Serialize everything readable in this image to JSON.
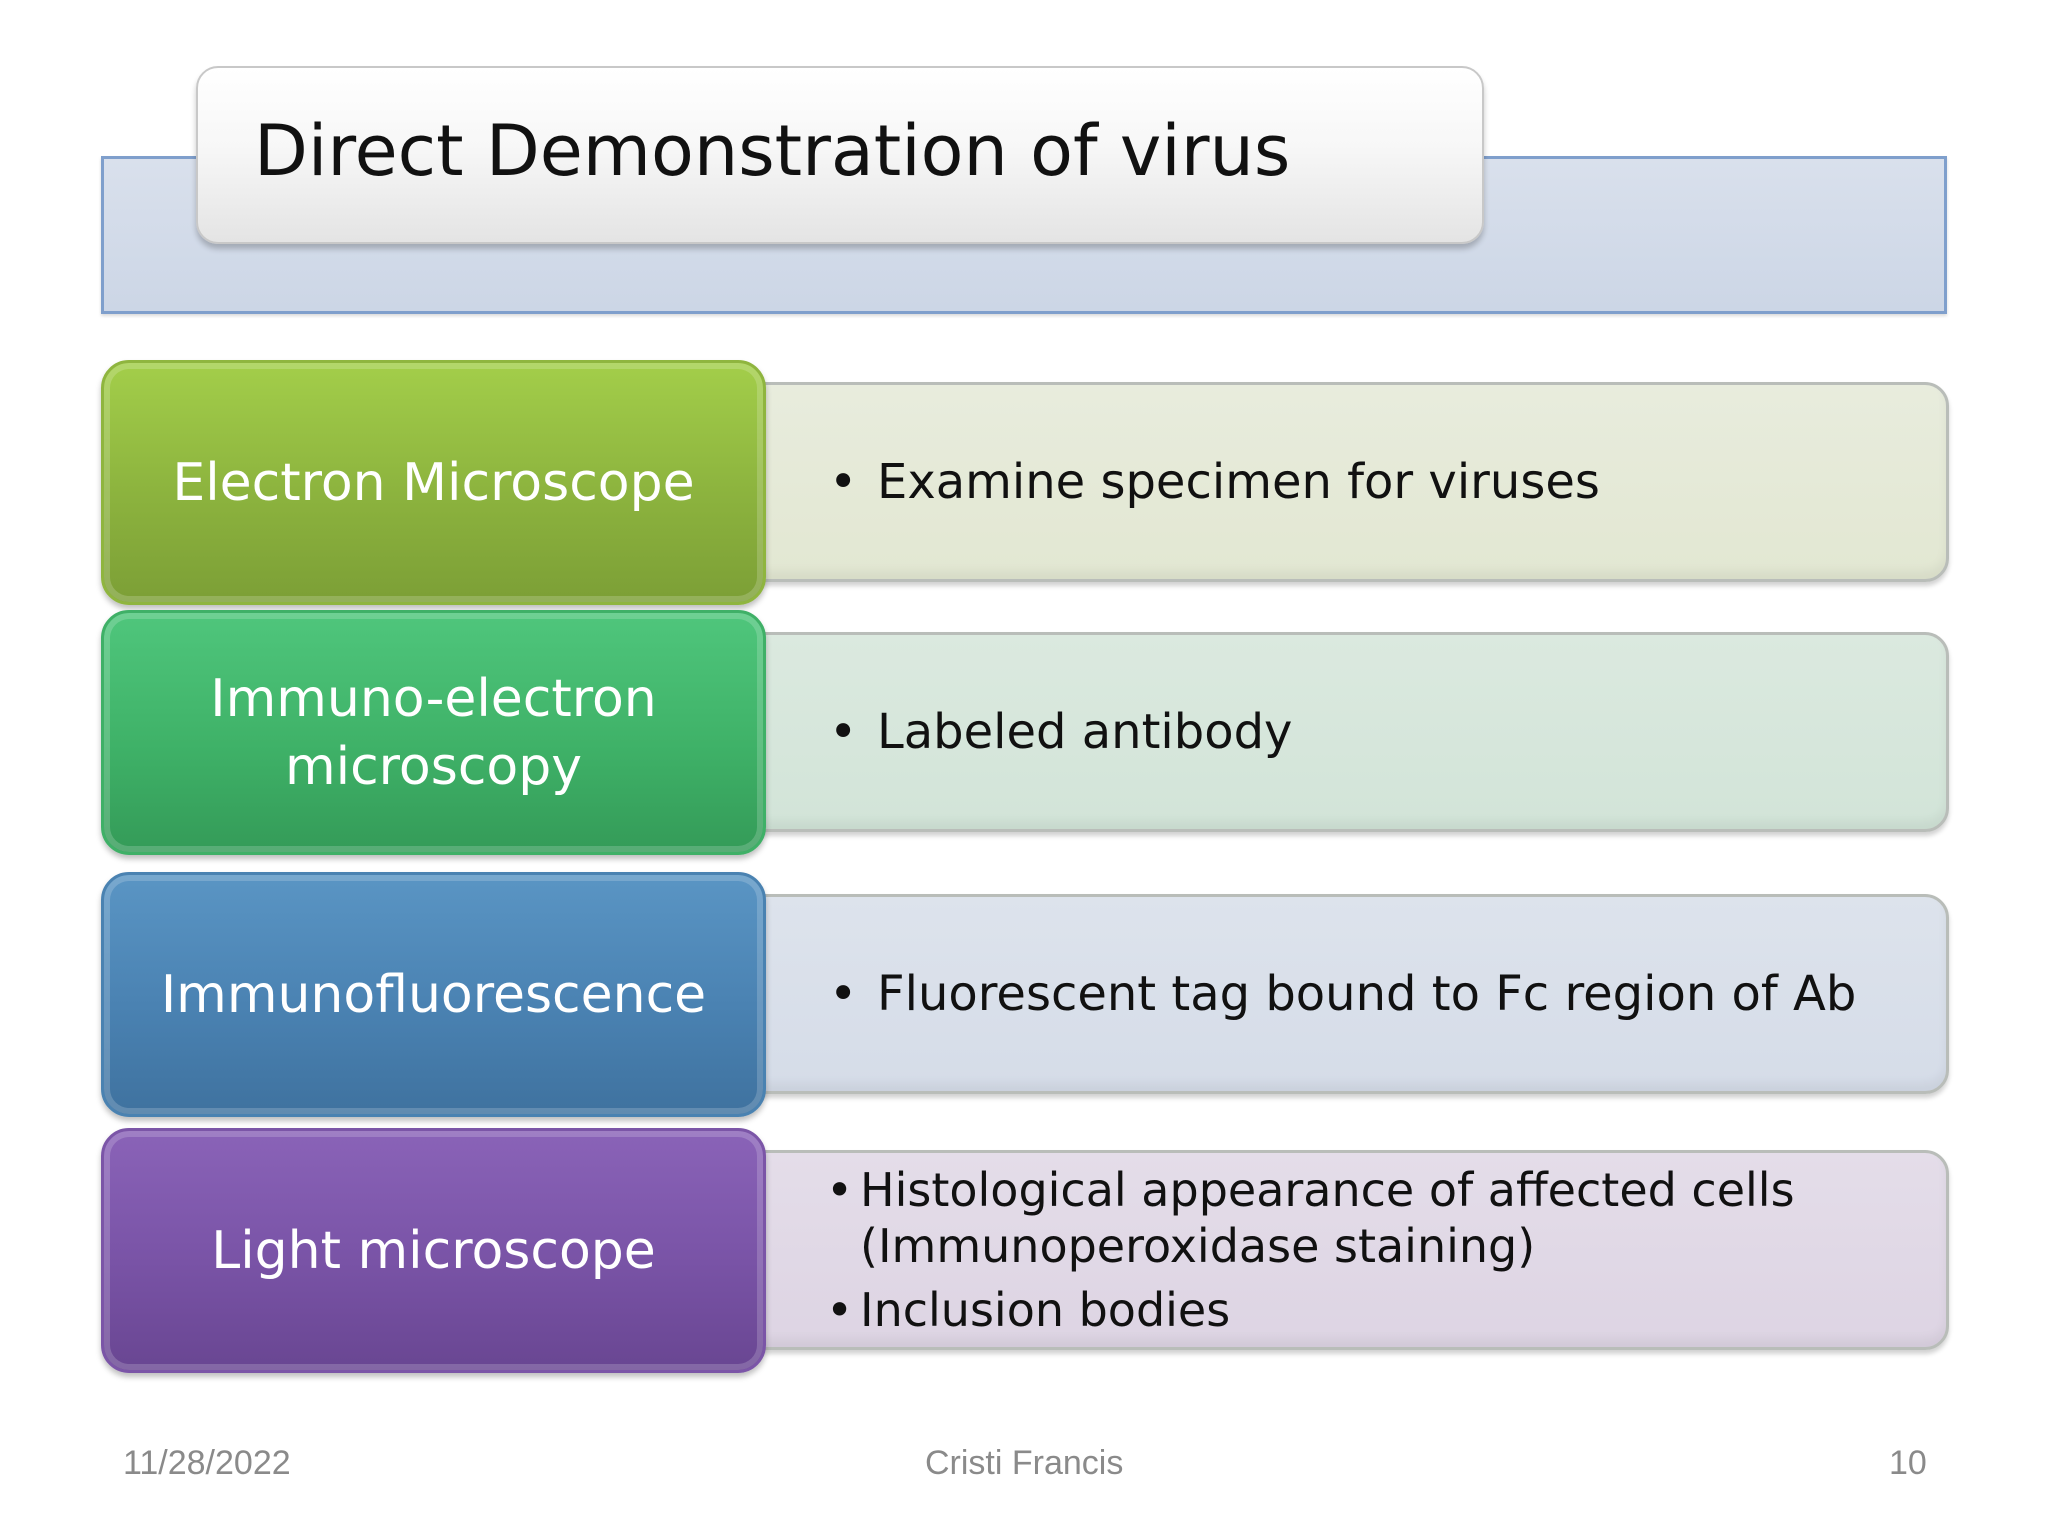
{
  "slide": {
    "title": "Direct Demonstration of virus",
    "rows": [
      {
        "label_lines": [
          "Electron Microscope"
        ],
        "items": [
          {
            "bullet": "•",
            "lines": [
              "Examine specimen for viruses"
            ]
          }
        ]
      },
      {
        "label_lines": [
          "Immuno-electron",
          "microscopy"
        ],
        "items": [
          {
            "bullet": "•",
            "lines": [
              "Labeled antibody"
            ]
          }
        ]
      },
      {
        "label_lines": [
          "Immunofluorescence"
        ],
        "items": [
          {
            "bullet": "•",
            "lines": [
              "Fluorescent tag bound to Fc region of Ab"
            ]
          }
        ]
      },
      {
        "label_lines": [
          "Light microscope"
        ],
        "items": [
          {
            "bullet": "•",
            "lines": [
              "Histological appearance of affected cells",
              "(Immunoperoxidase staining)"
            ]
          },
          {
            "bullet": "•",
            "lines": [
              "Inclusion bodies"
            ]
          }
        ]
      }
    ]
  },
  "footer": {
    "date": "11/28/2022",
    "author": "Cristi Francis",
    "page_number": "10"
  },
  "colors": {
    "electron_microscope": "#8cb33e",
    "immuno_electron_microscopy": "#3fb268",
    "immunofluorescence": "#4a82b2",
    "light_microscope": "#7953a6",
    "title_band": "#ccd6e6"
  }
}
